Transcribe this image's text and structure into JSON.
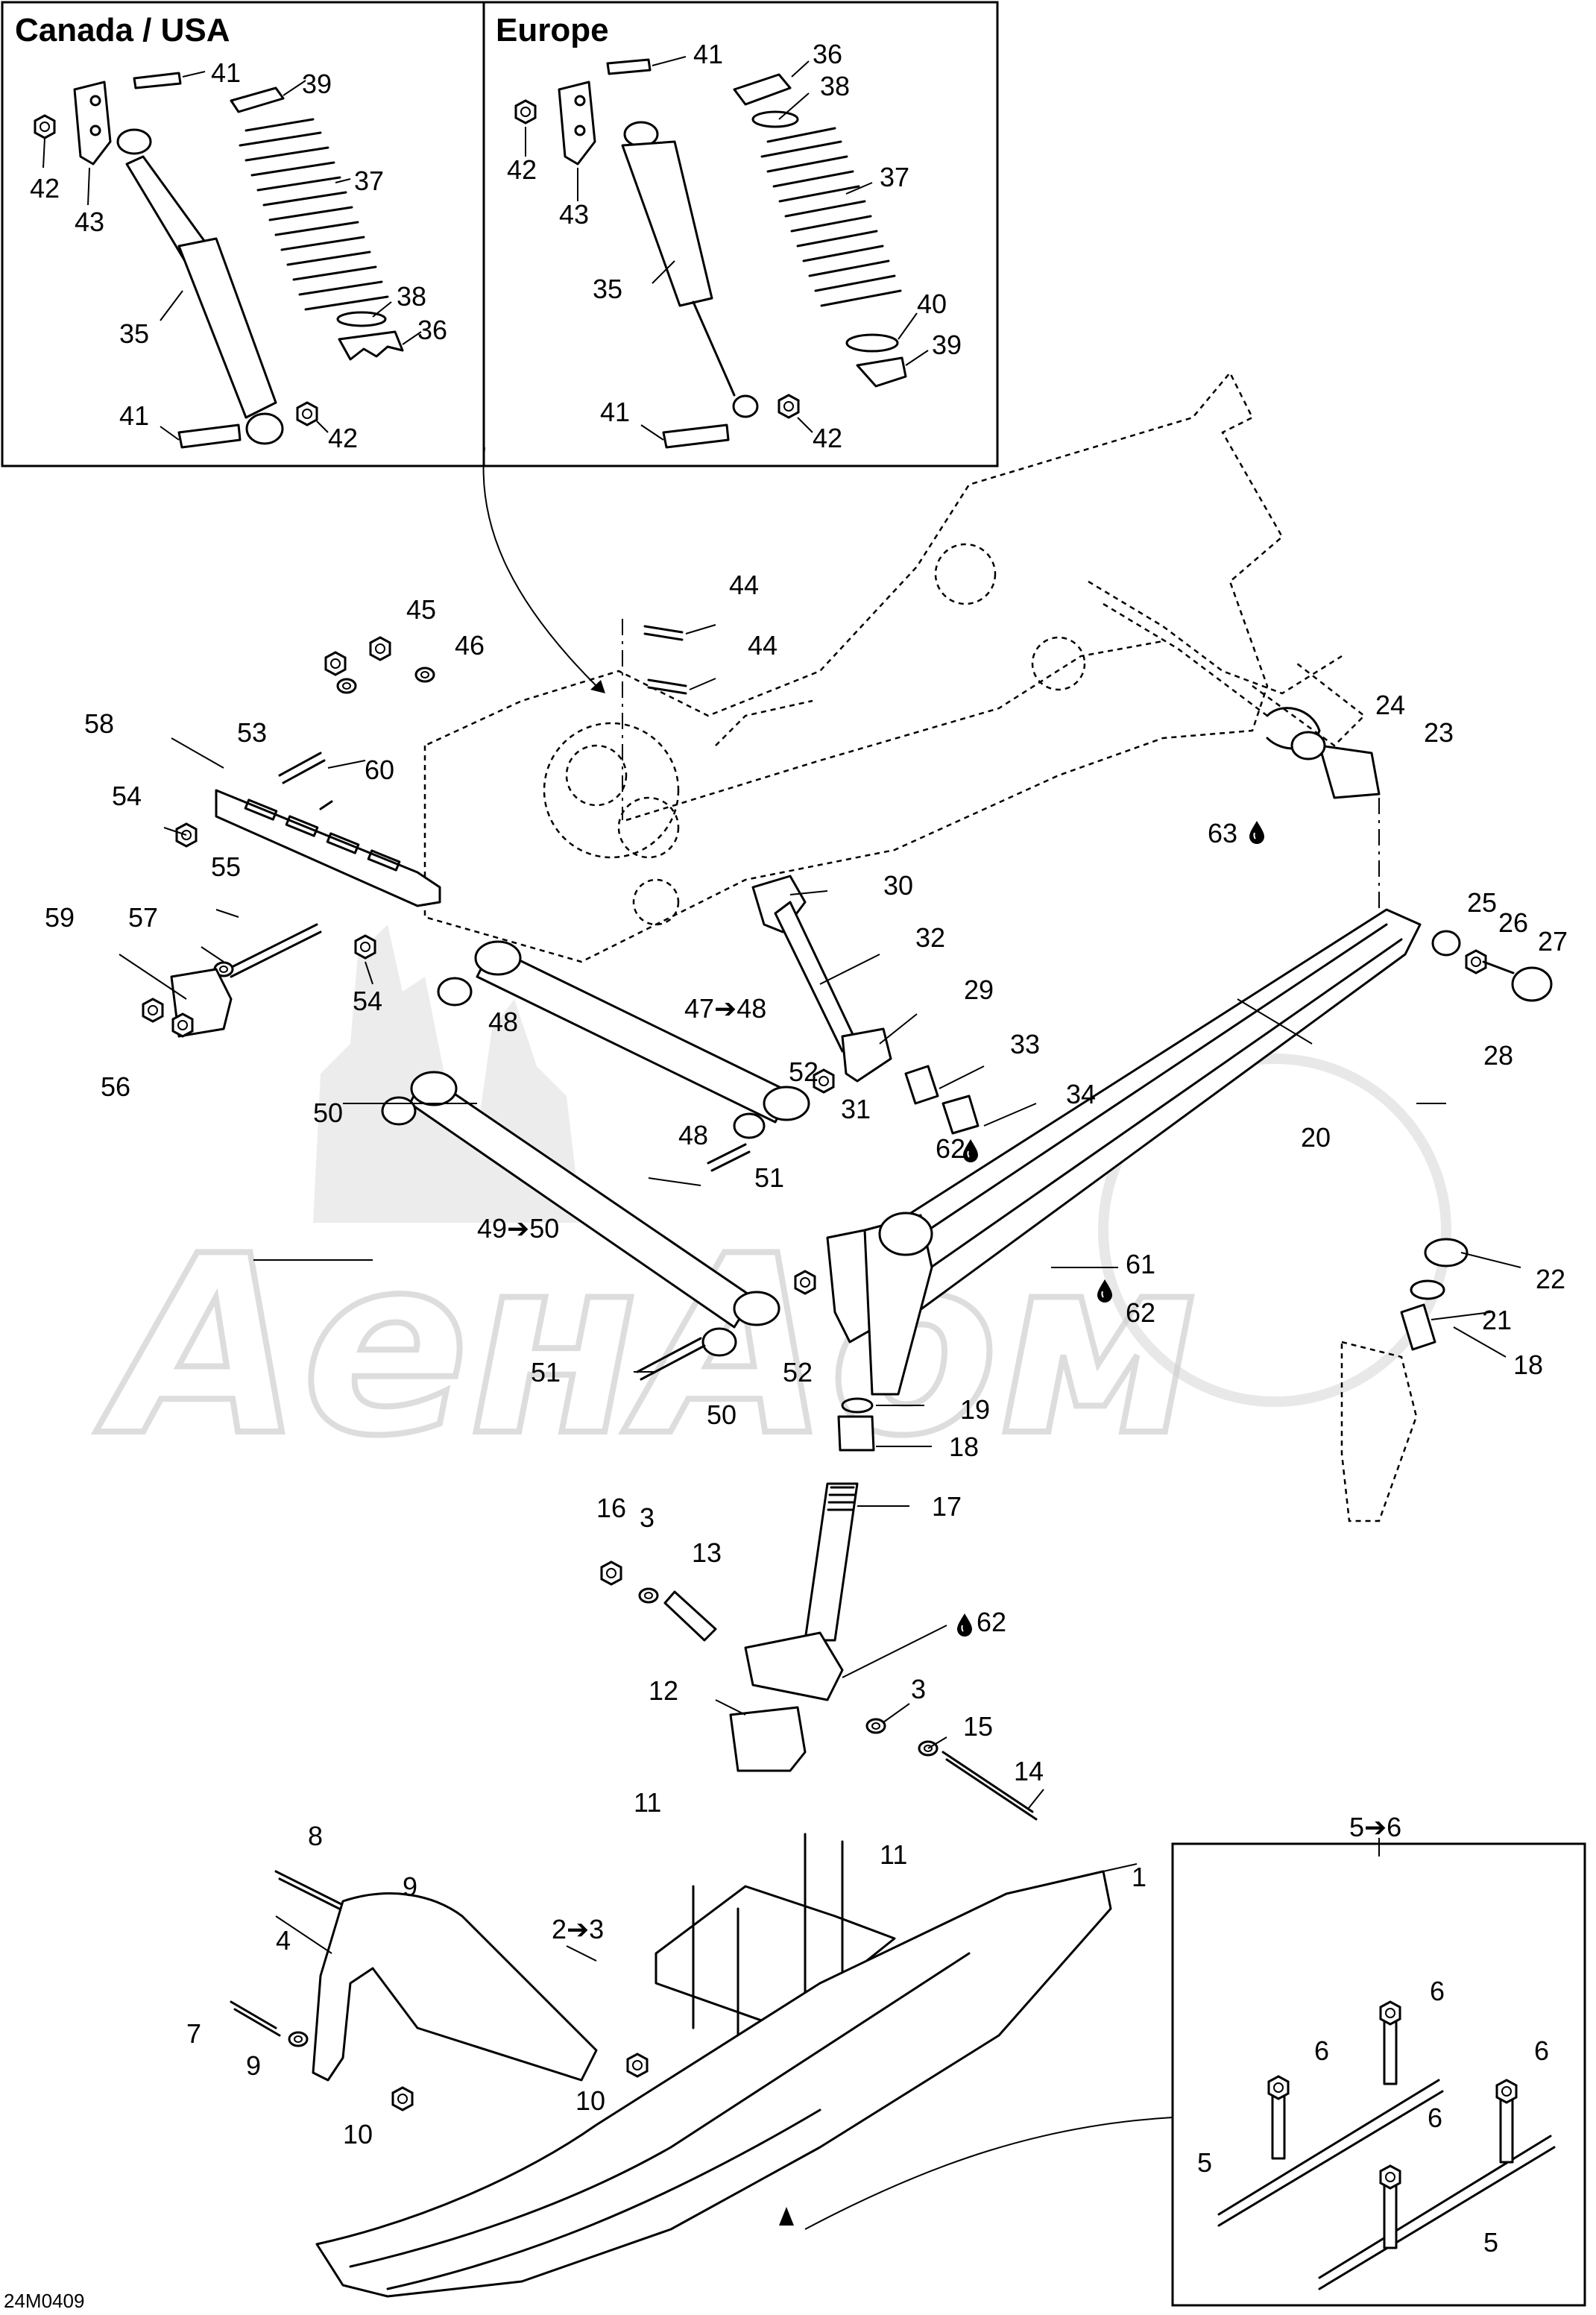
{
  "insets": {
    "canada_title": "Canada / USA",
    "europe_title": "Europe",
    "kit_title": "5➔6"
  },
  "diagram_code": "24M0409",
  "watermark": "АенАом",
  "drop_icon": "oil-drop-icon",
  "labels": {
    "c41a": "41",
    "c39": "39",
    "c42a": "42",
    "c43": "43",
    "c37": "37",
    "c35": "35",
    "c38": "38",
    "c36": "36",
    "c41b": "41",
    "c42b": "42",
    "e41a": "41",
    "e36": "36",
    "e38": "38",
    "e42a": "42",
    "e43": "43",
    "e37": "37",
    "e35": "35",
    "e40": "40",
    "e39": "39",
    "e41b": "41",
    "e42b": "42",
    "n44a": "44",
    "n44b": "44",
    "n45": "45",
    "n46": "46",
    "n58": "58",
    "n53": "53",
    "n60": "60",
    "n54a": "54",
    "n55": "55",
    "n57": "57",
    "n59": "59",
    "n54b": "54",
    "n56": "56",
    "n48a": "48",
    "n47": "47➔48",
    "n52a": "52",
    "n50a": "50",
    "n48b": "48",
    "n51a": "51",
    "n49": "49➔50",
    "n51b": "51",
    "n52b": "52",
    "n50b": "50",
    "n24": "24",
    "n23": "23",
    "n63": "63",
    "n30": "30",
    "n32": "32",
    "n29": "29",
    "n33": "33",
    "n31": "31",
    "n34": "34",
    "n62a": "62",
    "n25": "25",
    "n26": "26",
    "n27": "27",
    "n28": "28",
    "n20": "20",
    "n22": "22",
    "n61": "61",
    "n62b": "62",
    "n21": "21",
    "n18a": "18",
    "n19": "19",
    "n18b": "18",
    "n17": "17",
    "n16": "16",
    "n3a": "3",
    "n13": "13",
    "n62c": "62",
    "n12": "12",
    "n3b": "3",
    "n15": "15",
    "n14": "14",
    "n11a": "11",
    "n11b": "11",
    "n8": "8",
    "n9a": "9",
    "n23b": "2➔3",
    "n1": "1",
    "n4": "4",
    "n7": "7",
    "n9b": "9",
    "n10a": "10",
    "n10b": "10",
    "k6a": "6",
    "k6b": "6",
    "k6c": "6",
    "k6d": "6",
    "k5a": "5",
    "k5b": "5"
  }
}
